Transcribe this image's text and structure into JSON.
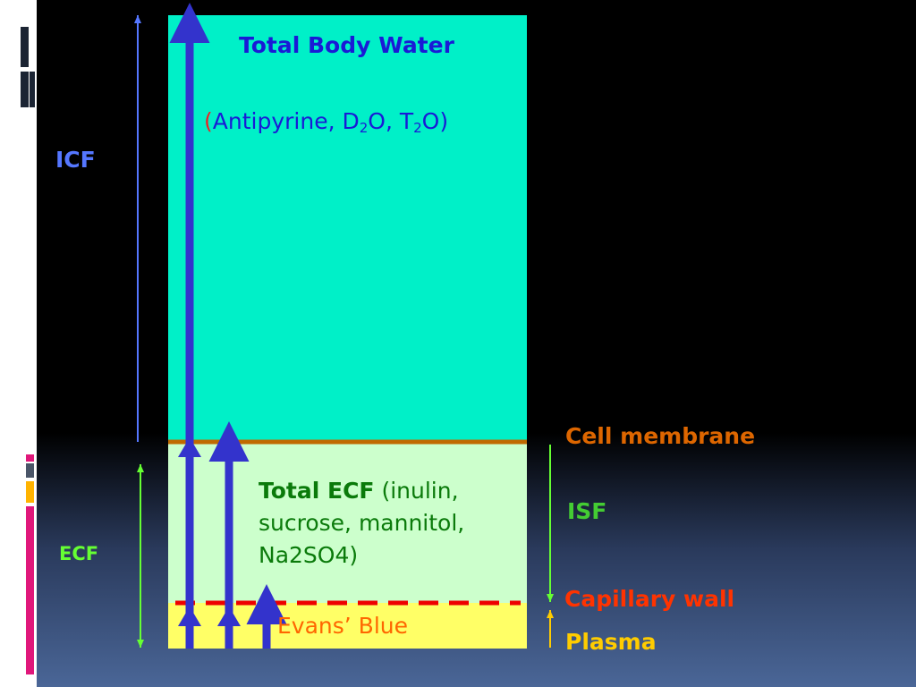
{
  "colors": {
    "background_top": "#000000",
    "background_bottom": "#4a6697",
    "tbw_fill": "#00f0c8",
    "ecf_fill": "#ccffcc",
    "plasma_fill": "#ffff66",
    "arrow_blue": "#3333cc",
    "cell_membrane": "#c06a00",
    "capillary_wall": "#ee0000",
    "icf_label": "#5577ff",
    "ecf_label": "#66ff33",
    "isf_label": "#44cc33",
    "plasma_label": "#ffcc00",
    "capillary_label": "#ff3300",
    "membrane_label": "#dd6600",
    "tbw_text": "#1a1ad6",
    "ecf_text": "#0a7a0a",
    "evans_text": "#ff6600"
  },
  "labels": {
    "tbw_title": "Total Body Water",
    "tbw_open_paren": "(",
    "tbw_markers_a": "Antipyrine, D",
    "tbw_sub_1": "2",
    "tbw_markers_b": "O, T",
    "tbw_sub_2": "2",
    "tbw_markers_c": "O)",
    "ecf_title": "Total ECF",
    "ecf_markers_1": " (inulin,",
    "ecf_markers_2": "sucrose, mannitol,",
    "ecf_markers_3": "Na2SO4)",
    "evans_blue": "Evans’ Blue",
    "icf": "ICF",
    "ecf": "ECF",
    "cell_membrane": "Cell membrane",
    "isf": "ISF",
    "capillary_wall": "Capillary wall",
    "plasma": "Plasma"
  }
}
